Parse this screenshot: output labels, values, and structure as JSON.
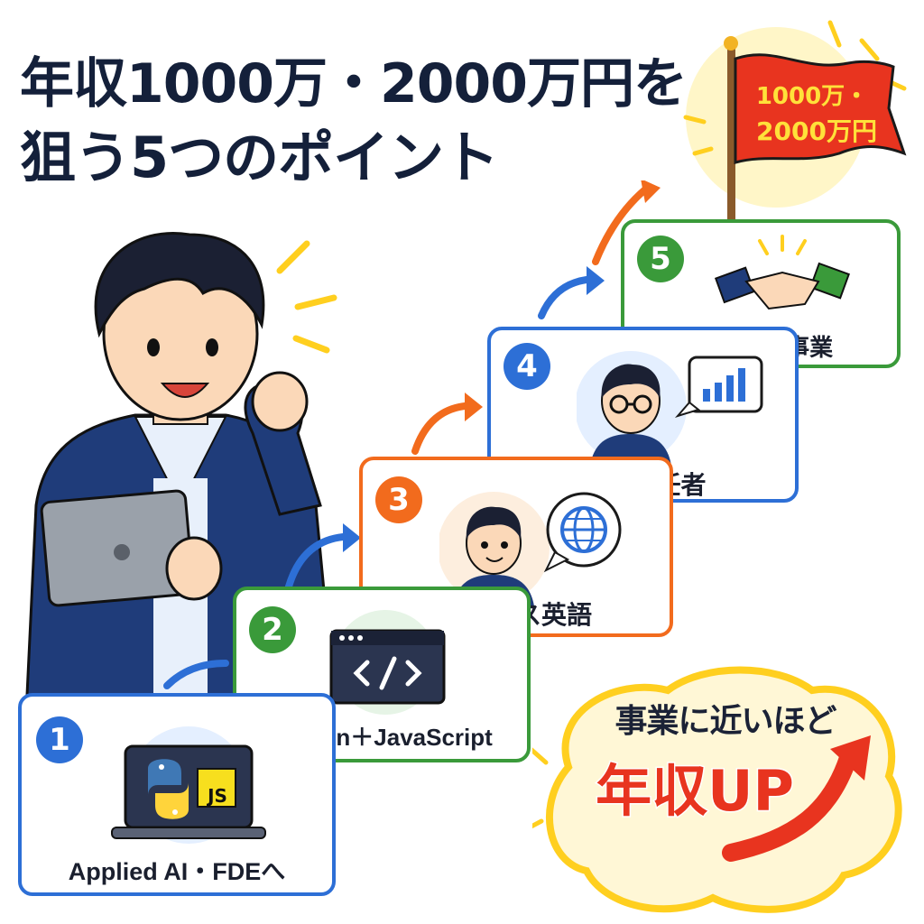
{
  "title": {
    "line1": "年収1000万・2000万円を",
    "line2": "狙う5つのポイント"
  },
  "flag": {
    "line1": "1000万・",
    "line2": "2000万円"
  },
  "steps": [
    {
      "number": "1",
      "label": "Applied AI・FDEへ",
      "color": "#2d6fd6",
      "icon": "laptop-python-js-icon"
    },
    {
      "number": "2",
      "label": "Python＋JavaScript",
      "color": "#3a9a3a",
      "icon": "code-window-icon"
    },
    {
      "number": "3",
      "label": "ビジネス英語",
      "color": "#f26b1d",
      "icon": "person-globe-icon"
    },
    {
      "number": "4",
      "label": "技術責任者",
      "color": "#2d6fd6",
      "icon": "presenter-chart-icon"
    },
    {
      "number": "5",
      "label": "AI×顧客×事業",
      "color": "#3a9a3a",
      "icon": "handshake-icon"
    }
  ],
  "laptop": {
    "js_label": "JS"
  },
  "burst": {
    "line1": "事業に近いほど",
    "line2": "年収UP"
  },
  "colors": {
    "blue": "#2d6fd6",
    "green": "#3a9a3a",
    "orange": "#f26b1d",
    "red": "#e8341f",
    "yellow": "#ffd21f",
    "navy": "#1f3c7a"
  }
}
